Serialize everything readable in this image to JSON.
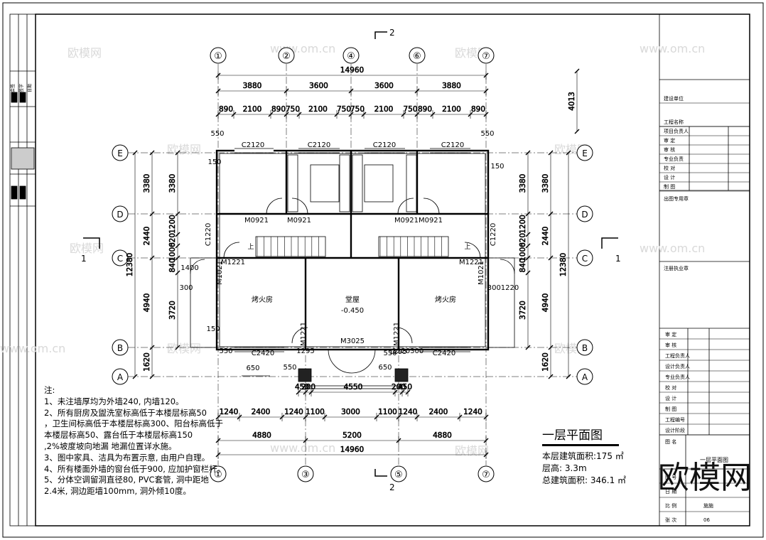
{
  "drawing": {
    "title": "一层平面图",
    "floor_area": "本层建筑面积:175  ㎡",
    "floor_height": "层高: 3.3m",
    "total_area": "总建筑面积: 346.1 ㎡"
  },
  "axes": {
    "top": [
      "①",
      "②",
      "④",
      "⑥",
      "⑦"
    ],
    "bottom": [
      "①",
      "③",
      "⑤",
      "⑦"
    ],
    "left": [
      "E",
      "D",
      "C",
      "B",
      "A"
    ],
    "right": [
      "E",
      "D",
      "C",
      "B",
      "A"
    ]
  },
  "section_marks": {
    "top": "2",
    "bottom": "2",
    "left": "1",
    "right": "1"
  },
  "dims": {
    "top_total": "14960",
    "top_bays": [
      "3880",
      "3600",
      "3600",
      "3880"
    ],
    "top_detail": [
      "890",
      "2100",
      "890",
      "750",
      "2100",
      "750",
      "750",
      "2100",
      "750",
      "890",
      "2100",
      "890"
    ],
    "right_height": "4013",
    "bottom_row1": [
      "1240",
      "2400",
      "1240",
      "1100",
      "3000",
      "1100",
      "1240",
      "2400",
      "1240"
    ],
    "bottom_row2": [
      "4880",
      "5200",
      "4880"
    ],
    "bottom_total": "14960",
    "porch": [
      "450",
      "200",
      "4550",
      "200",
      "450"
    ],
    "left_outer": [
      "3380",
      "2440",
      "4940",
      "1620"
    ],
    "left_total": "12380",
    "left_inner": [
      "3380",
      "1200",
      "620",
      "1000",
      "840",
      "3720"
    ],
    "misc": [
      "550",
      "550",
      "550",
      "150",
      "150",
      "150",
      "1400",
      "300",
      "3001220",
      "1220300",
      "1295",
      "1295",
      "550",
      "550",
      "650",
      "650",
      "-0.450",
      "±0.000"
    ]
  },
  "labels": {
    "windows": [
      "C2120",
      "C2120",
      "C2120",
      "C2120",
      "C2420",
      "C2420",
      "C1220",
      "C1220"
    ],
    "doors": [
      "M0921",
      "M0921",
      "M0921",
      "M0921",
      "M1221",
      "M1221",
      "M1221",
      "M1221",
      "M1021",
      "M1021",
      "M3025"
    ],
    "rooms": [
      "烤火房",
      "堂屋",
      "烤火房"
    ],
    "up": "上"
  },
  "notes": [
    "注:",
    "1、未注墙厚均为外墙240, 内墙120。",
    "2、所有厨房及盥洗室标高低于本楼层标高50",
    "，卫生间标高低于本楼层标高300、阳台标高低于",
    "本楼层标高50、露台低于本楼层标高150",
    ",2%坡度坡向地漏 地漏位置详水施。",
    "3、图中家具、洁具为布置示意, 由用户自理。",
    "4、所有楼面外墙的窗台低于900, 应加护窗栏杆。",
    "5、分体空调留洞直径80, PVC套管, 洞中距地",
    "2.4米, 洞边距墙100mm, 洞外倾10度。"
  ],
  "title_block": {
    "rows_top": [
      "建设单位",
      "工程名称"
    ],
    "rows_mid": [
      "项目负责人",
      "审 定",
      "审 核",
      "专业负责",
      "校 对",
      "设 计",
      "制 图"
    ],
    "label_seal": "出图专用章",
    "label_note": "注册执业章",
    "rows_low": [
      "审 定",
      "审 核",
      "工程负责人",
      "设计负责人",
      "专业负责人",
      "校 对",
      "设 计",
      "制 图",
      "工程编号",
      "设计阶段"
    ],
    "drawing_name_label": "图 名",
    "drawing_name": "一层平面图",
    "rows_bottom": [
      "图 号",
      "日 期",
      "比 例",
      "张 次"
    ],
    "values_bottom": [
      "",
      "",
      "施施",
      "06"
    ]
  },
  "left_strip": [
    "会签",
    "签字",
    "日期"
  ],
  "watermarks": [
    "欧模网",
    "www.om.cn"
  ],
  "brand": "欧模网"
}
